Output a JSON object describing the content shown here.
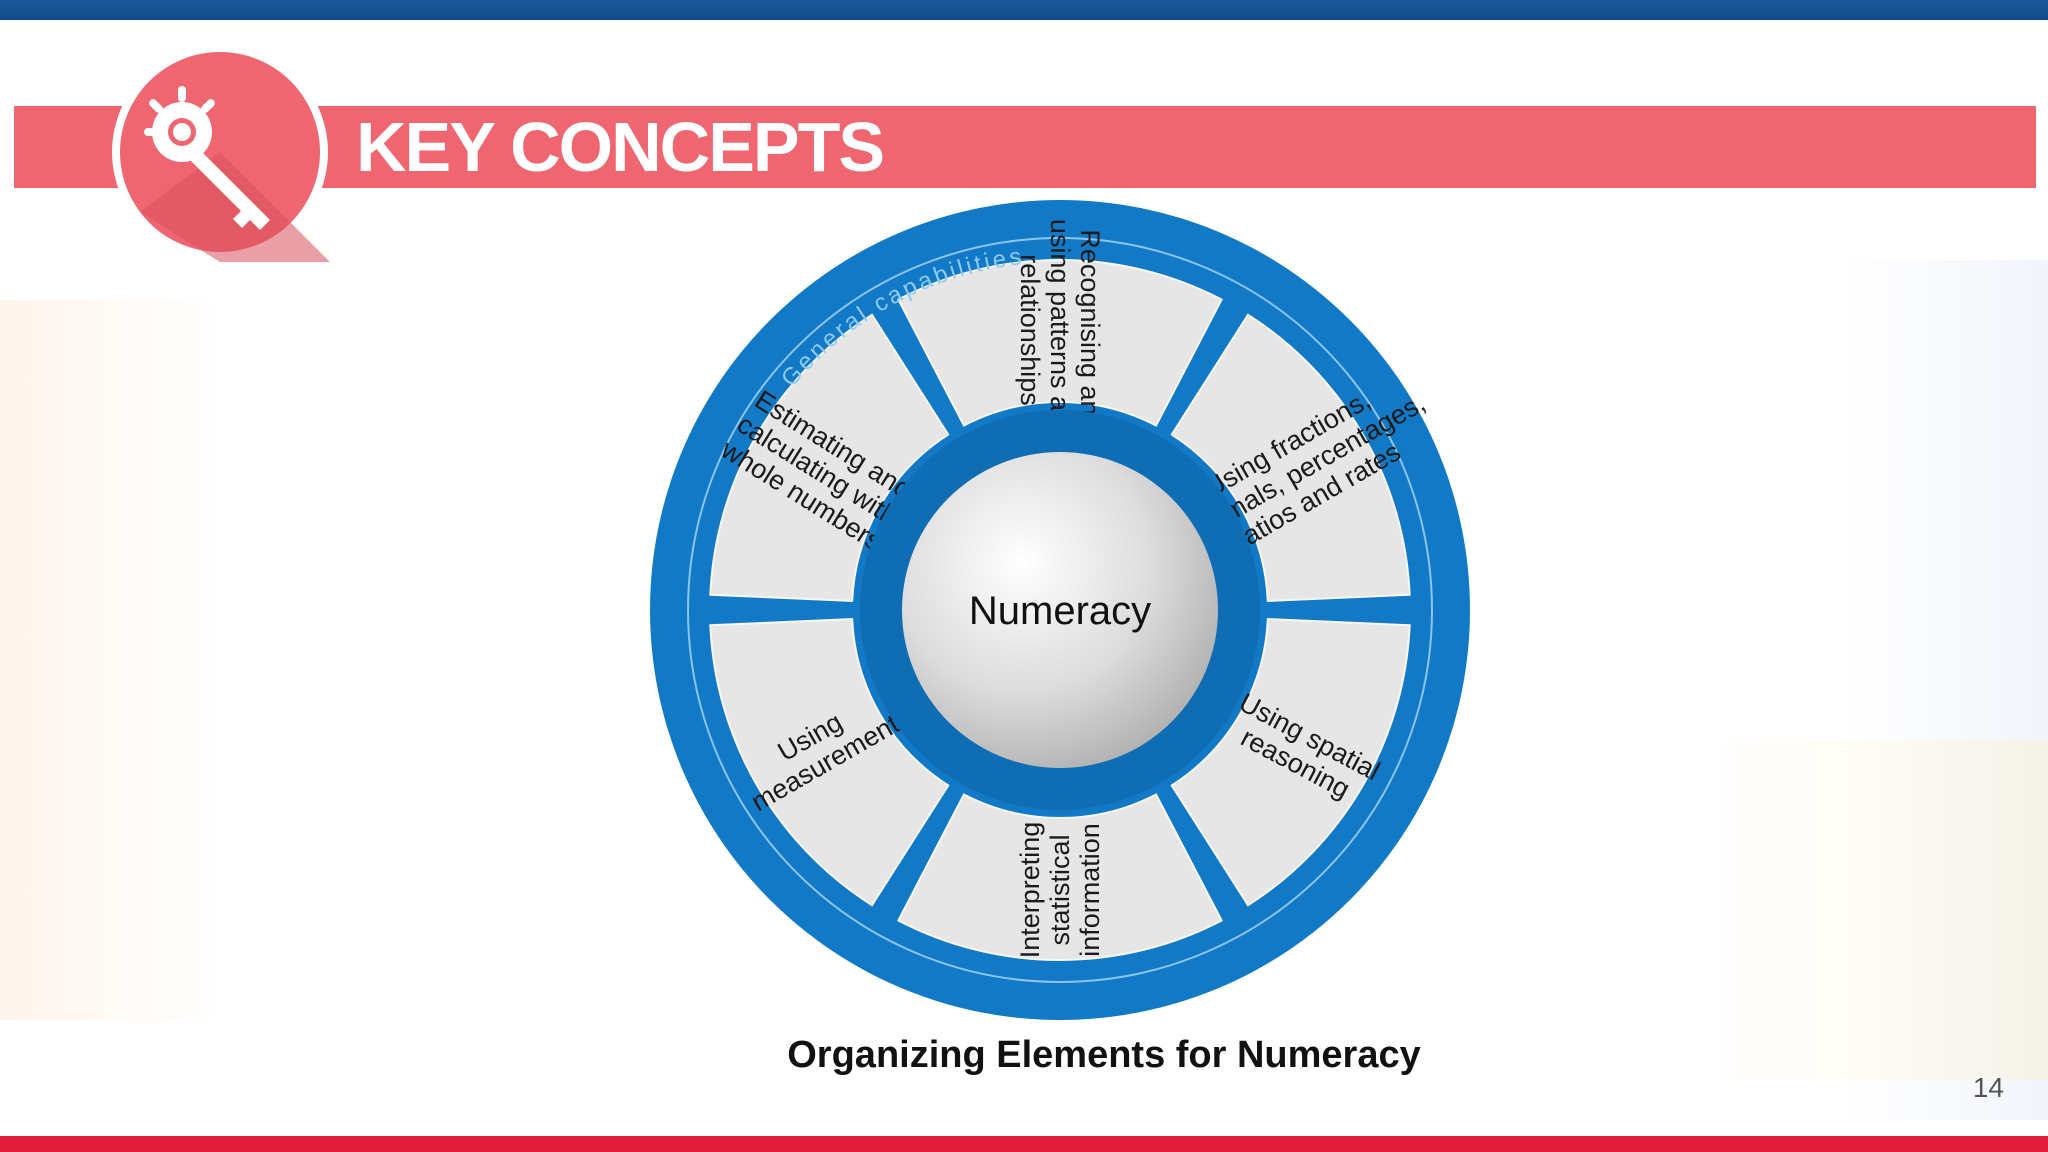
{
  "header": {
    "title": "KEY CONCEPTS",
    "icon": "key-icon"
  },
  "diagram": {
    "center_label": "Numeracy",
    "ring_label": "General capabilities",
    "segments": [
      {
        "id": "top-right",
        "lines": [
          "Estimating and",
          "calculating with",
          "whole numbers"
        ]
      },
      {
        "id": "right",
        "lines": [
          "Recognising and",
          "using patterns and",
          "relationships"
        ]
      },
      {
        "id": "bottom-right",
        "lines": [
          "Using fractions,",
          "decimals, percentages,",
          "ratios and rates"
        ]
      },
      {
        "id": "bottom-left",
        "lines": [
          "Using spatial",
          "reasoning"
        ]
      },
      {
        "id": "left",
        "lines": [
          "Interpreting",
          "statistical",
          "information"
        ]
      },
      {
        "id": "top-left",
        "lines": [
          "Using",
          "measurement"
        ]
      }
    ]
  },
  "caption": "Organizing Elements for Numeracy",
  "page_number": "14",
  "colors": {
    "top_bar": "#0e4a8a",
    "header_band": "#ef6670",
    "badge_dark": "#d8505c",
    "diagram_blue": "#1279c6",
    "segment_fill": "#e6e6e6",
    "bottom_bar": "#e01e3c"
  }
}
